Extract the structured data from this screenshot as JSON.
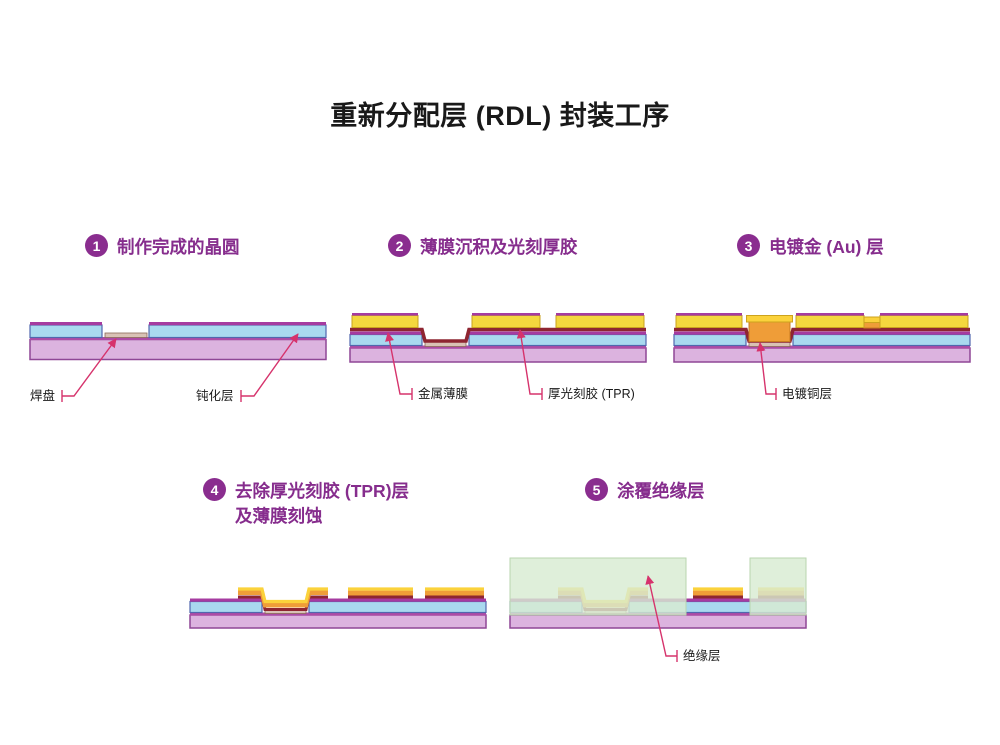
{
  "title": "重新分配层 (RDL) 封装工序",
  "steps": [
    {
      "number": "1",
      "title": "制作完成的晶圆",
      "labels": {
        "pad": "焊盘",
        "passivation": "钝化层"
      }
    },
    {
      "number": "2",
      "title": "薄膜沉积及光刻厚胶",
      "labels": {
        "metal_film": "金属薄膜",
        "thick_resist": "厚光刻胶 (TPR)"
      }
    },
    {
      "number": "3",
      "title": "电镀金 (Au) 层",
      "labels": {
        "plated_copper": "电镀铜层"
      }
    },
    {
      "number": "4",
      "title": "去除厚光刻胶 (TPR)层",
      "title_line2": "及薄膜刻蚀"
    },
    {
      "number": "5",
      "title": "涂覆绝缘层",
      "labels": {
        "insulation": "绝缘层"
      }
    }
  ],
  "colors": {
    "step_accent": "#8a2d8f",
    "callout_line": "#d6336c",
    "substrate": "#dcb3df",
    "substrate_edge": "#8f4796",
    "passivation": "#a9d9ef",
    "passivation_cap": "#a63ba0",
    "metal_film": "#8e2531",
    "thick_resist": "#f4d73e",
    "plated_copper": "#ef9d38",
    "plated_gold": "#fbd23b",
    "insulation": "#d8ebd2"
  }
}
